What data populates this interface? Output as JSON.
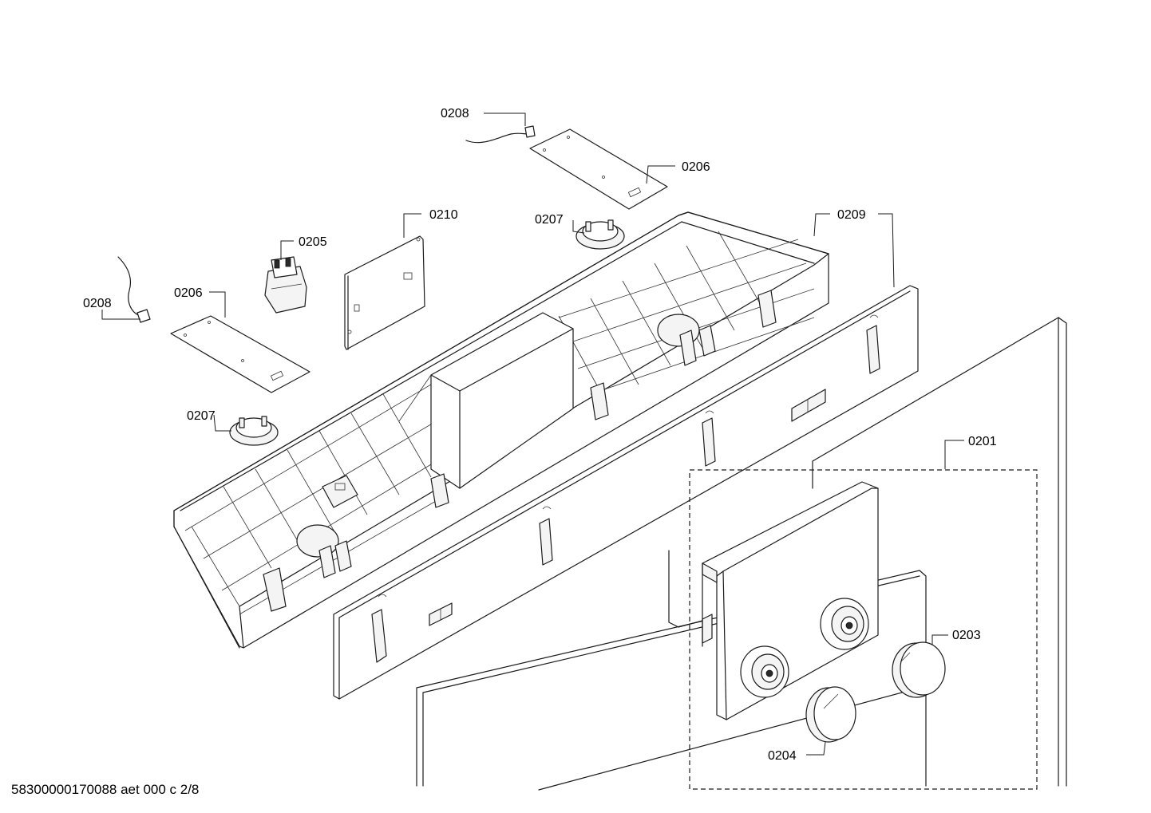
{
  "diagram": {
    "callouts": {
      "p0201": "0201",
      "p0203": "0203",
      "p0204": "0204",
      "p0205": "0205",
      "p0206a": "0206",
      "p0206b": "0206",
      "p0207a": "0207",
      "p0207b": "0207",
      "p0208a": "0208",
      "p0208b": "0208",
      "p0209": "0209",
      "p0210": "0210"
    }
  },
  "footer": {
    "doc_id": "58300000170088 aet 000 c 2/8"
  }
}
